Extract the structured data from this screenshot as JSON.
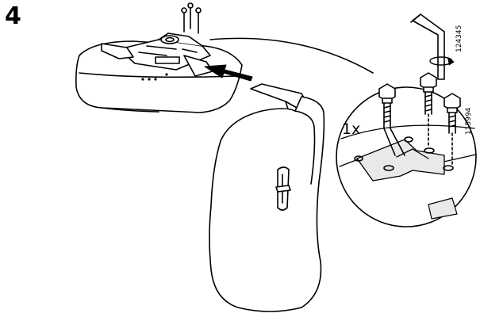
{
  "step": {
    "number": "4"
  },
  "callout": {
    "quantity": "1x"
  },
  "parts": [
    {
      "id": "124345",
      "icon": "allen-key-icon"
    },
    {
      "id": "115994",
      "icon": "bolt-icon"
    }
  ],
  "colors": {
    "ink": "#000000",
    "fill": "#ffffff",
    "shade": "#e9e9e9"
  }
}
